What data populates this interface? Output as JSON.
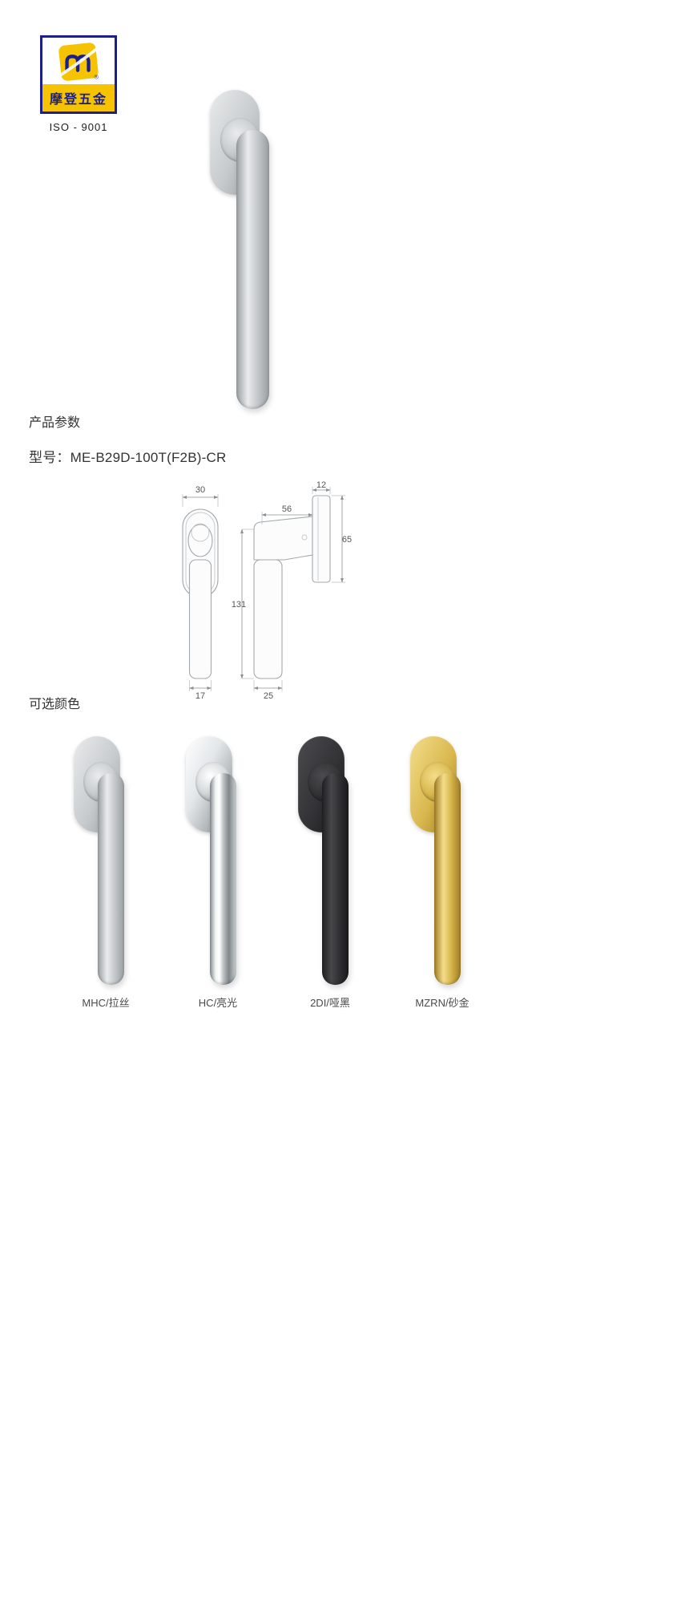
{
  "logo": {
    "brand": "摩登五金",
    "iso": "ISO - 9001"
  },
  "hero": {
    "finish": "brushed"
  },
  "sections": {
    "params_title": "产品参数",
    "colors_title": "可选颜色"
  },
  "model": {
    "label": "型号：",
    "value": "ME-B29D-100T(F2B)-CR"
  },
  "drawing": {
    "dims": {
      "rosette_width": "30",
      "grip_front_width": "17",
      "handle_height": "131",
      "top_length": "56",
      "plate_thickness": "12",
      "plate_height": "65",
      "grip_depth": "25"
    }
  },
  "variants": [
    {
      "code": "MHC/拉丝",
      "finish": "brushed"
    },
    {
      "code": "HC/亮光",
      "finish": "chrome"
    },
    {
      "code": "2DI/哑黑",
      "finish": "black"
    },
    {
      "code": "MZRN/砂金",
      "finish": "gold"
    }
  ],
  "palette": {
    "brand_blue": "#1a1f8c",
    "brand_yellow": "#f6c300",
    "steel_light": "#e9ebec",
    "steel_dark": "#999ea1",
    "black_finish": "#2b2b2e",
    "gold_finish": "#d9b84e"
  }
}
